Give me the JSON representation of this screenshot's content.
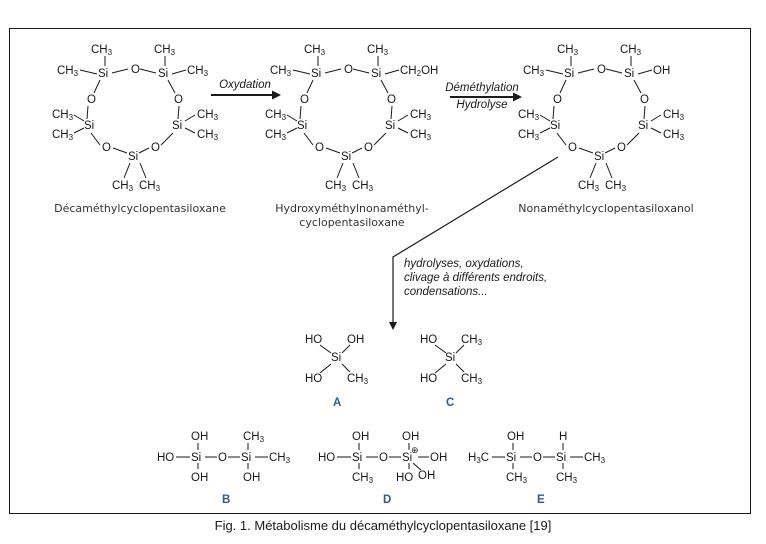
{
  "figure": {
    "caption": "Fig. 1. Métabolisme du décaméthylcyclopentasiloxane [19]"
  },
  "molecules": {
    "d5": {
      "name": "Décaméthylcyclopentasiloxane",
      "atoms": {
        "si": "Si",
        "o": "O",
        "ch3": "CH",
        "sub3": "3"
      }
    },
    "hydroxy": {
      "name_line1": "Hydroxyméthylnonaméthyl-",
      "name_line2": "cyclopentasiloxane",
      "substituent": "CH",
      "substituent_sub": "2",
      "substituent_tail": "OH"
    },
    "nona": {
      "name": "Nonaméthylcyclopentasiloxanol",
      "substituent": "OH"
    }
  },
  "reactions": {
    "step1": "Oxydation",
    "step2_top": "Déméthylation",
    "step2_bottom": "Hydrolyse",
    "step3_line1": "hydrolyses, oxydations,",
    "step3_line2": "clivage à différents endroits,",
    "step3_line3": "condensations..."
  },
  "products": {
    "A": {
      "label": "A",
      "groups": [
        "HO",
        "OH",
        "HO",
        "CH3"
      ]
    },
    "B": {
      "label": "B"
    },
    "C": {
      "label": "C",
      "groups": [
        "HO",
        "CH3",
        "HO",
        "CH3"
      ]
    },
    "D": {
      "label": "D",
      "charge": "⊕"
    },
    "E": {
      "label": "E"
    }
  },
  "atoms": {
    "HO": "HO",
    "OH": "OH",
    "Si": "Si",
    "O": "O",
    "CH": "CH",
    "H3C_H": "H",
    "H3C_C": "C",
    "H": "H",
    "three": "3"
  },
  "colors": {
    "product_label": "#2a5a9e",
    "ink": "#1a1a1a"
  }
}
